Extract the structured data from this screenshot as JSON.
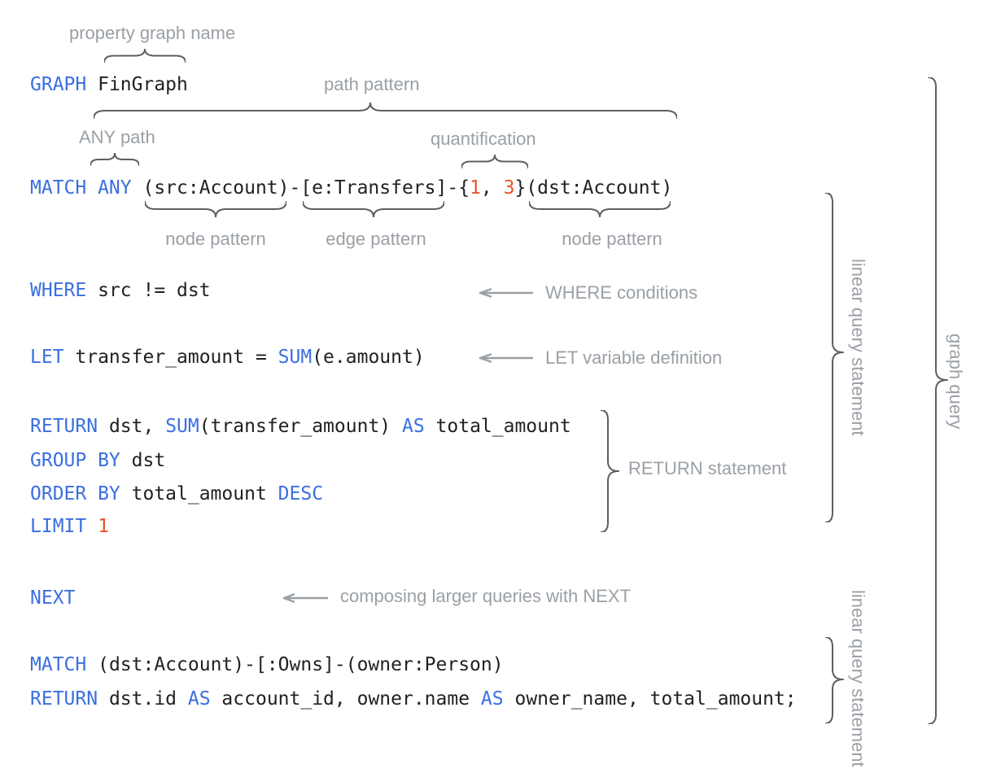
{
  "colors": {
    "keyword": "#3b6fe0",
    "number": "#e8542b",
    "code": "#202124",
    "label": "#9aa0a6",
    "brace": "#5c6066"
  },
  "code": {
    "lines": [
      {
        "name": "graph",
        "segments": [
          {
            "t": "GRAPH",
            "c": "kw"
          },
          {
            "t": " FinGraph",
            "c": "pl"
          }
        ]
      },
      {
        "name": "match-any",
        "segments": [
          {
            "t": "MATCH ANY",
            "c": "kw"
          },
          {
            "t": " (src:Account)-[e:Transfers]-{",
            "c": "pl"
          },
          {
            "t": "1",
            "c": "num"
          },
          {
            "t": ", ",
            "c": "pl"
          },
          {
            "t": "3",
            "c": "num"
          },
          {
            "t": "}(dst:Account)",
            "c": "pl"
          }
        ]
      },
      {
        "name": "where",
        "segments": [
          {
            "t": "WHERE",
            "c": "kw"
          },
          {
            "t": " src != dst",
            "c": "pl"
          }
        ]
      },
      {
        "name": "let",
        "segments": [
          {
            "t": "LET",
            "c": "kw"
          },
          {
            "t": " transfer_amount = ",
            "c": "pl"
          },
          {
            "t": "SUM",
            "c": "kw"
          },
          {
            "t": "(e.amount)",
            "c": "pl"
          }
        ]
      },
      {
        "name": "return",
        "segments": [
          {
            "t": "RETURN",
            "c": "kw"
          },
          {
            "t": " dst, ",
            "c": "pl"
          },
          {
            "t": "SUM",
            "c": "kw"
          },
          {
            "t": "(transfer_amount) ",
            "c": "pl"
          },
          {
            "t": "AS",
            "c": "kw"
          },
          {
            "t": " total_amount",
            "c": "pl"
          }
        ]
      },
      {
        "name": "group-by",
        "segments": [
          {
            "t": "GROUP BY",
            "c": "kw"
          },
          {
            "t": " dst",
            "c": "pl"
          }
        ]
      },
      {
        "name": "order-by",
        "segments": [
          {
            "t": "ORDER BY",
            "c": "kw"
          },
          {
            "t": " total_amount ",
            "c": "pl"
          },
          {
            "t": "DESC",
            "c": "kw"
          }
        ]
      },
      {
        "name": "limit",
        "segments": [
          {
            "t": "LIMIT",
            "c": "kw"
          },
          {
            "t": " ",
            "c": "pl"
          },
          {
            "t": "1",
            "c": "num"
          }
        ]
      },
      {
        "name": "next",
        "segments": [
          {
            "t": "NEXT",
            "c": "kw"
          }
        ]
      },
      {
        "name": "match-2",
        "segments": [
          {
            "t": "MATCH",
            "c": "kw"
          },
          {
            "t": " (dst:Account)-[:Owns]-(owner:Person)",
            "c": "pl"
          }
        ]
      },
      {
        "name": "return-2",
        "segments": [
          {
            "t": "RETURN",
            "c": "kw"
          },
          {
            "t": " dst.id ",
            "c": "pl"
          },
          {
            "t": "AS",
            "c": "kw"
          },
          {
            "t": " account_id, owner.name ",
            "c": "pl"
          },
          {
            "t": "AS",
            "c": "kw"
          },
          {
            "t": " owner_name, total_amount;",
            "c": "pl"
          }
        ]
      }
    ]
  },
  "labels": {
    "property_graph_name": "property graph name",
    "path_pattern": "path pattern",
    "any_path": "ANY path",
    "quantification": "quantification",
    "node_pattern_left": "node pattern",
    "edge_pattern": "edge pattern",
    "node_pattern_right": "node pattern",
    "where_conditions": "WHERE conditions",
    "let_variable_definition": "LET variable definition",
    "return_statement": "RETURN statement",
    "composing_next": "composing larger queries with NEXT",
    "linear_query_statement_1": "linear query statement",
    "linear_query_statement_2": "linear query statement",
    "graph_query": "graph query"
  }
}
